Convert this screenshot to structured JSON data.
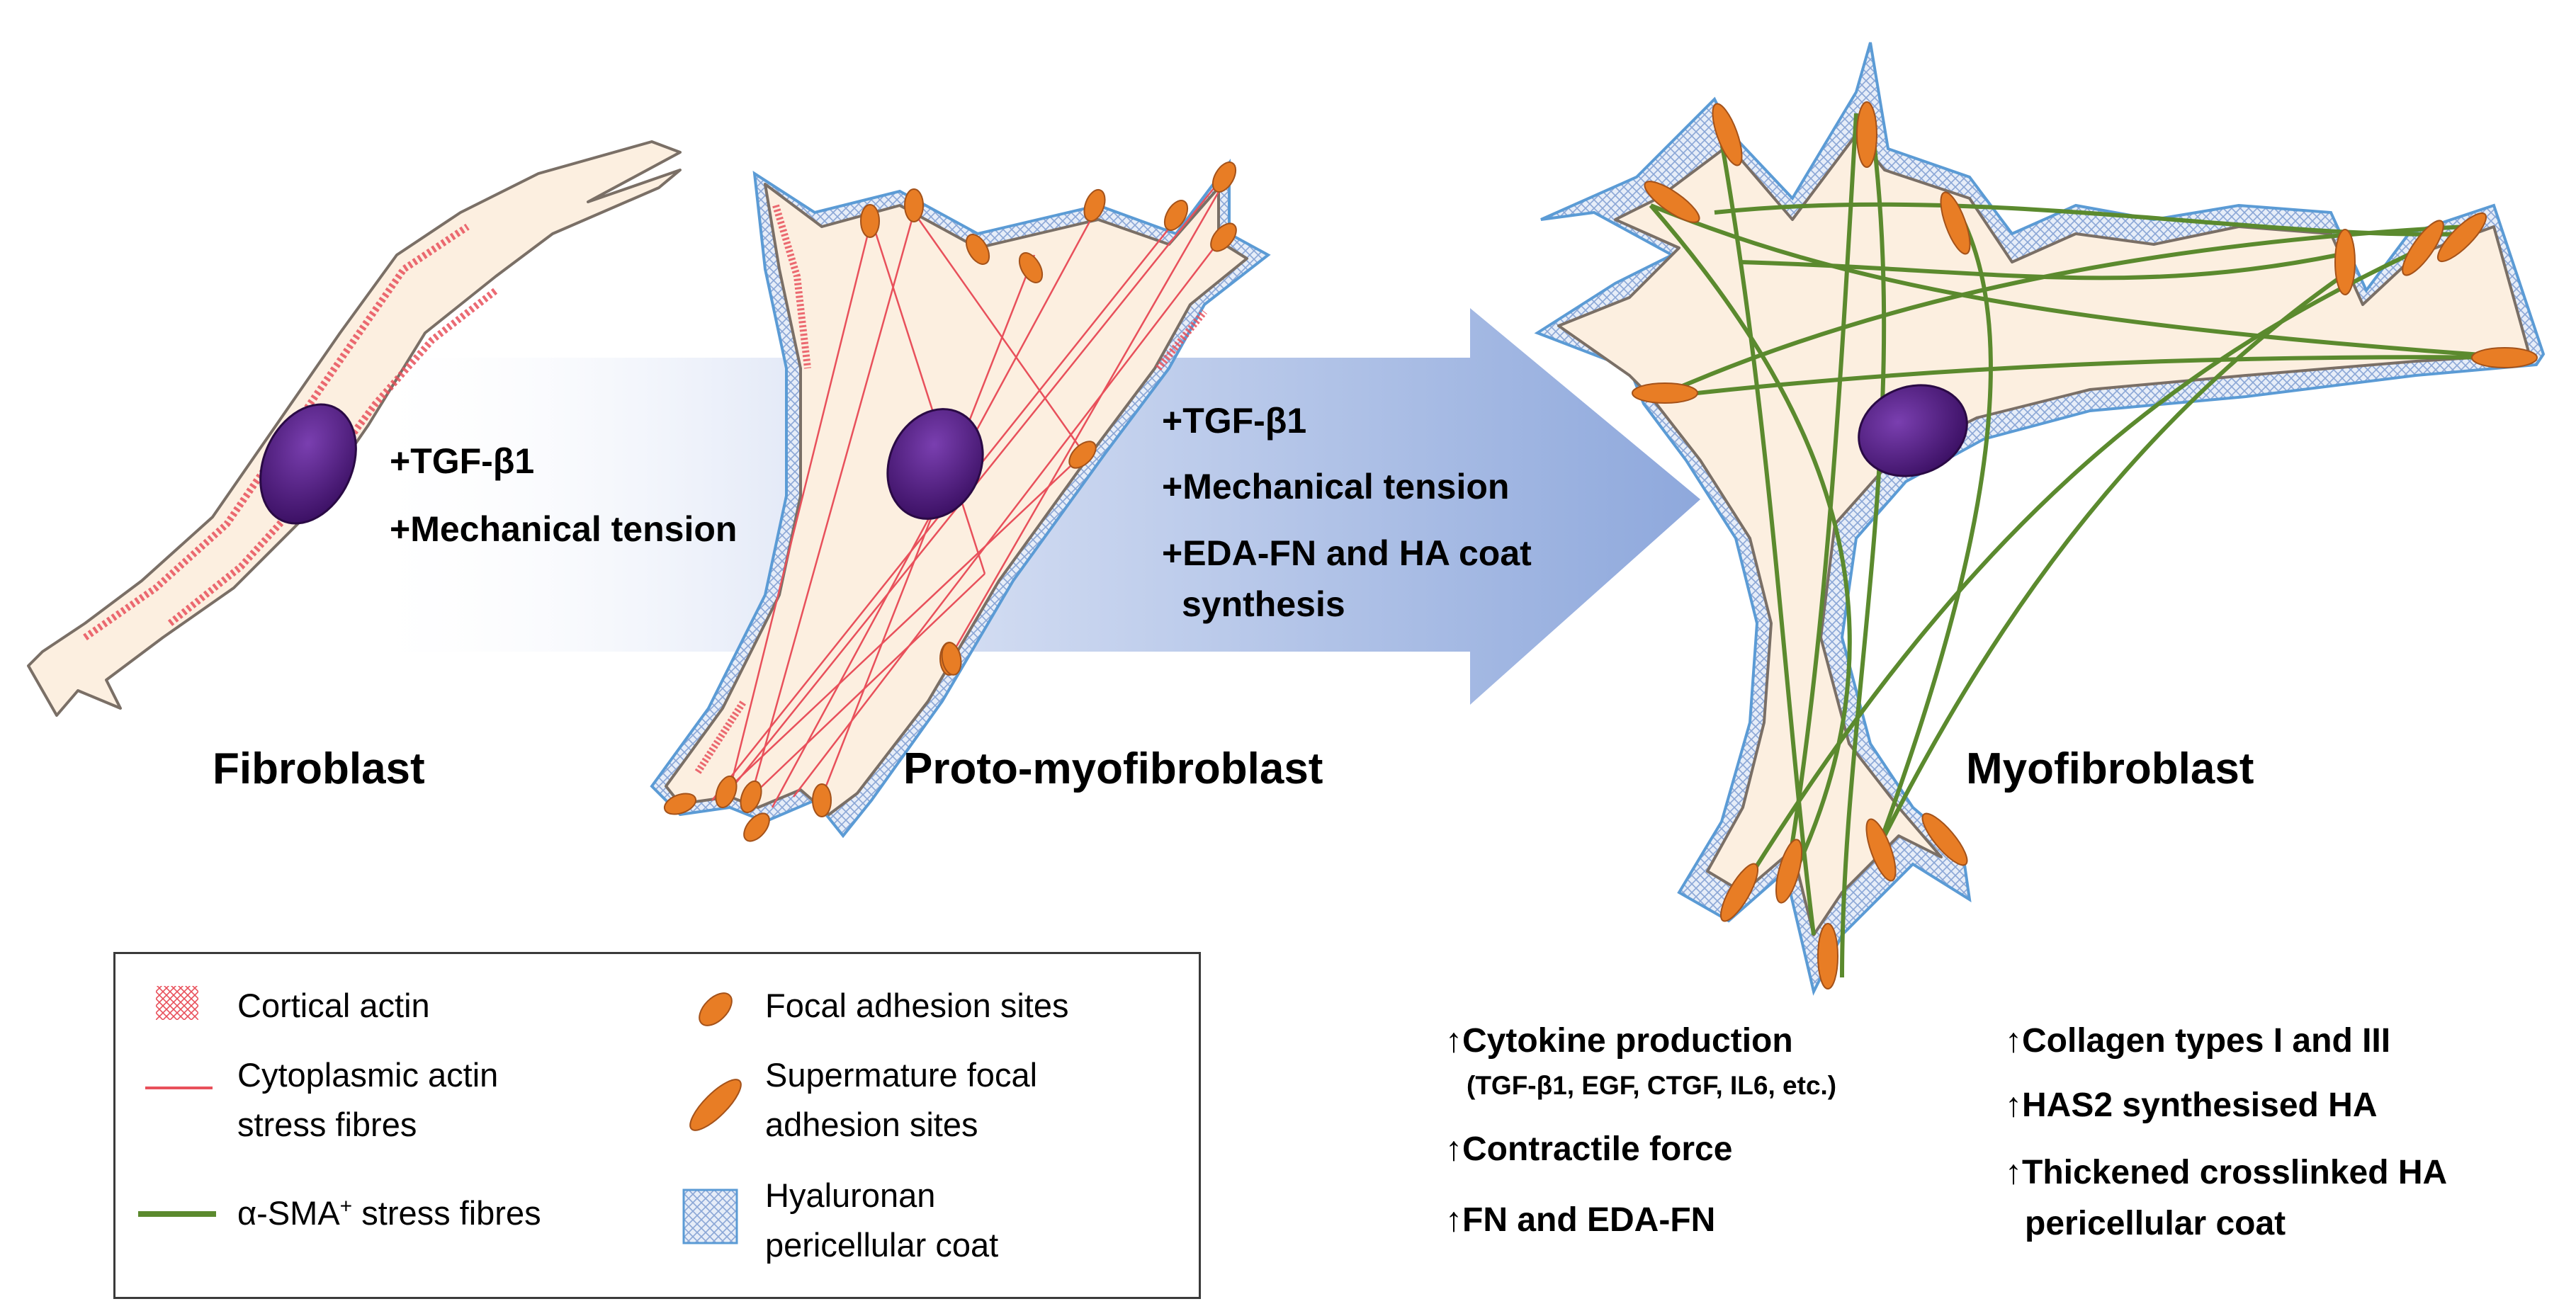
{
  "cells": {
    "fibroblast": "Fibroblast",
    "proto": "Proto-myofibroblast",
    "myo": "Myofibroblast"
  },
  "transition1": {
    "line1": "+TGF-β1",
    "line2": "+Mechanical tension"
  },
  "transition2": {
    "line1": "+TGF-β1",
    "line2": "+Mechanical tension",
    "line3a": "+EDA-FN and HA coat",
    "line3b": "synthesis"
  },
  "outcomes": {
    "left": [
      {
        "text": "↑Cytokine production"
      },
      {
        "text": "(TGF-β1, EGF, CTGF, IL6, etc.)"
      },
      {
        "text": "↑Contractile force"
      },
      {
        "text": "↑FN and EDA-FN"
      }
    ],
    "right": [
      {
        "text": "↑Collagen types I and III"
      },
      {
        "text": "↑HAS2 synthesised HA"
      },
      {
        "text": "↑Thickened crosslinked HA"
      },
      {
        "text": "pericellular coat"
      }
    ]
  },
  "legend": {
    "cortical_actin": "Cortical actin",
    "cyto_actin_1": "Cytoplasmic actin",
    "cyto_actin_2": "stress fibres",
    "asma_pre": "α-SMA",
    "asma_sup": "+",
    "asma_post": " stress fibres",
    "focal": "Focal adhesion sites",
    "supermature_1": "Supermature focal",
    "supermature_2": "adhesion sites",
    "hyaluronan_1": "Hyaluronan",
    "hyaluronan_2": "pericellular coat"
  },
  "colors": {
    "cell_fill": "#fcefe0",
    "cell_outline": "#7a6f66",
    "coat_outline": "#5b9bd5",
    "coat_fill": "#c9d8ef",
    "nucleus": "#4b1a7a",
    "cortical_actin": "#e8505b",
    "cyto_actin": "#e8505b",
    "asma": "#5b8a2e",
    "focal_adhesion": "#e87d25",
    "arrow": "#8ea8dc"
  }
}
